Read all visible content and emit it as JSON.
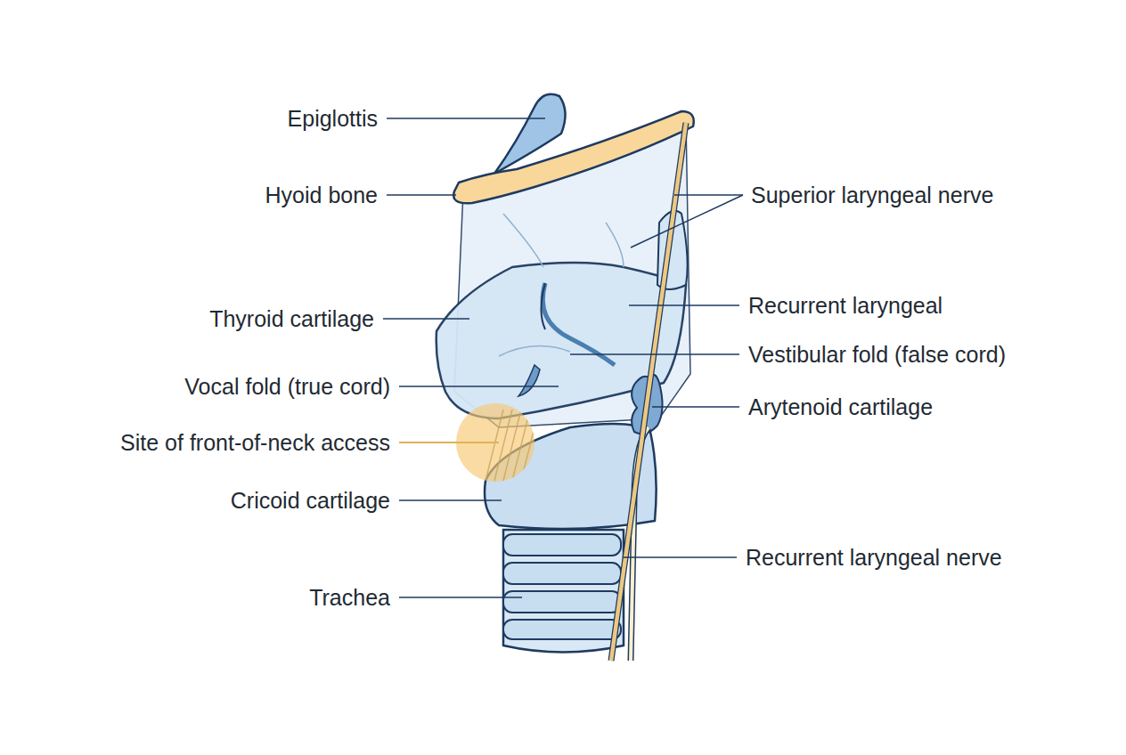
{
  "diagram": {
    "labels": [
      "Epiglottis",
      "Hyoid bone",
      "Thyroid cartilage",
      "Vocal fold (true cord)",
      "Site of front-of-neck access",
      "Cricoid cartilage",
      "Trachea",
      "Superior laryngeal nerve",
      "Recurrent laryngeal",
      "Vestibular fold (false cord)",
      "Arytenoid cartilage",
      "Recurrent laryngeal nerve"
    ]
  }
}
